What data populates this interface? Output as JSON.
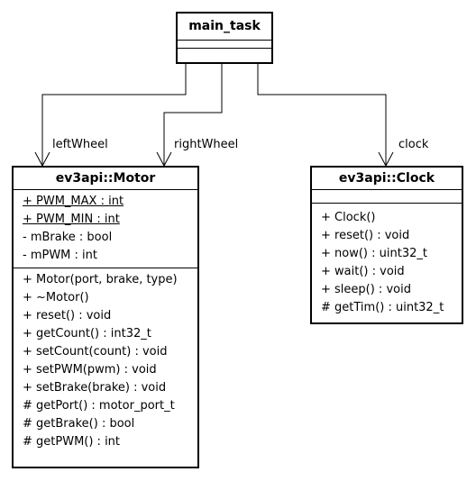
{
  "main_task": {
    "name": "main_task"
  },
  "motor": {
    "name": "ev3api::Motor",
    "attributes": [
      {
        "text": "+ PWM_MAX : int",
        "static": true
      },
      {
        "text": "+ PWM_MIN : int",
        "static": true
      },
      {
        "text": "- mBrake : bool",
        "static": false
      },
      {
        "text": "- mPWM : int",
        "static": false
      }
    ],
    "operations": [
      "+ Motor(port, brake, type)",
      "+ ~Motor()",
      "+ reset() : void",
      "+ getCount() : int32_t",
      "+ setCount(count) : void",
      "+ setPWM(pwm) : void",
      "+ setBrake(brake) : void",
      "# getPort() : motor_port_t",
      "# getBrake() : bool",
      "# getPWM() : int"
    ]
  },
  "clock": {
    "name": "ev3api::Clock",
    "operations": [
      "+ Clock()",
      "+ reset() : void",
      "+ now() : uint32_t",
      "+ wait() : void",
      "+ sleep() : void",
      "# getTim() : uint32_t"
    ]
  },
  "associations": {
    "left": "leftWheel",
    "right": "rightWheel",
    "clock": "clock"
  }
}
